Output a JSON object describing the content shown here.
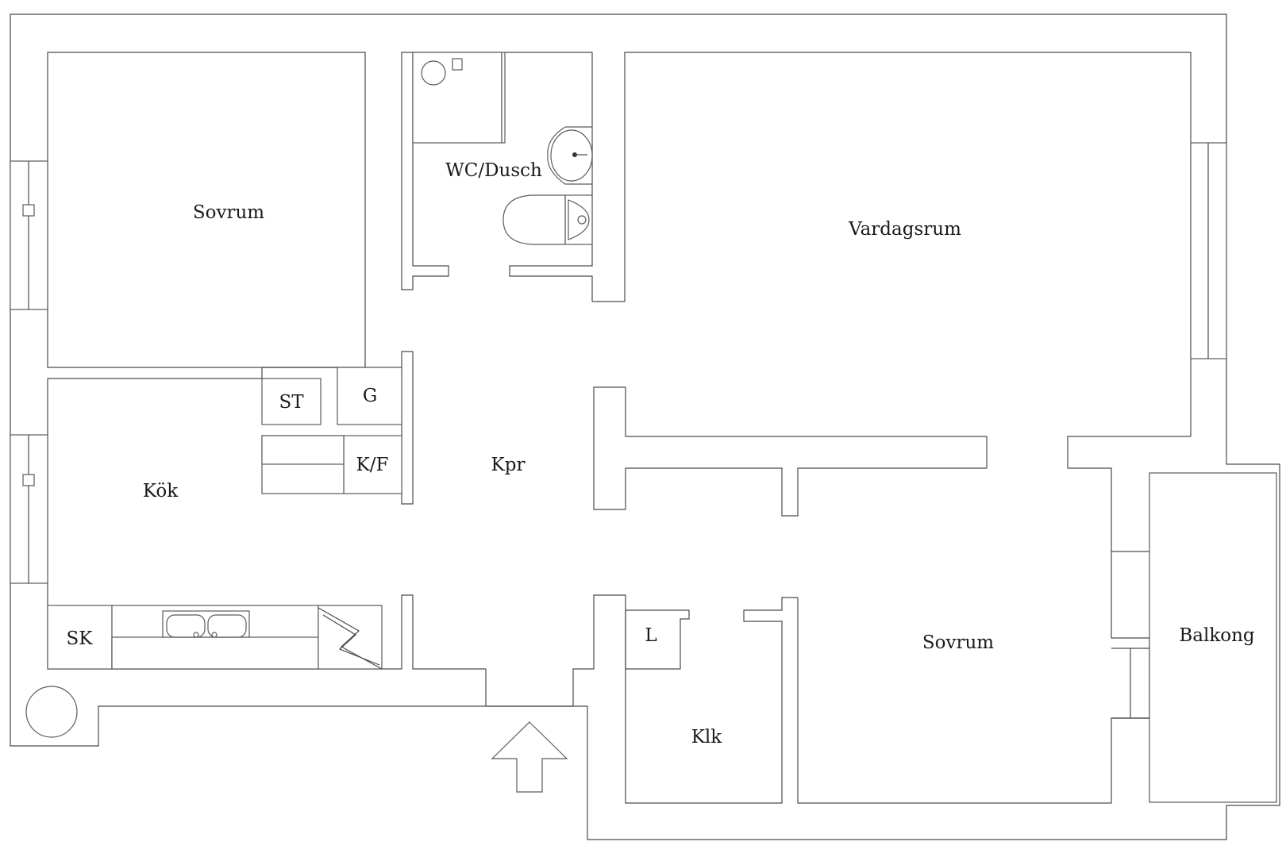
{
  "rooms": {
    "bedroom_1": "Sovrum",
    "bathroom": "WC/Dusch",
    "living_room": "Vardagsrum",
    "storage_st": "ST",
    "storage_g": "G",
    "fridge_freezer": "K/F",
    "hallway": "Kpr",
    "kitchen": "Kök",
    "broom_closet": "SK",
    "linen_closet": "L",
    "walk_in_closet": "Klk",
    "bedroom_2": "Sovrum",
    "balcony": "Balkong"
  },
  "icons": {
    "entrance": "entrance-arrow-icon",
    "sink": "double-sink-icon",
    "stove": "stove-icon",
    "toilet": "toilet-icon",
    "washbasin": "washbasin-icon",
    "shower": "shower-icon",
    "chimney": "round-chimney-icon"
  },
  "colors": {
    "wall": "#4a4a4a",
    "background": "#ffffff"
  }
}
